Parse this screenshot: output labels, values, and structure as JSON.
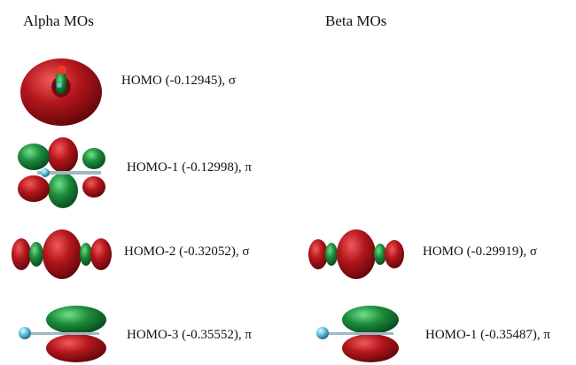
{
  "columns": {
    "alpha": "Alpha MOs",
    "beta": "Beta MOs"
  },
  "orbitals": {
    "alpha_homo": {
      "label": "HOMO (-0.12945),  σ"
    },
    "alpha_homo1": {
      "label": "HOMO-1 (-0.12998),  π"
    },
    "alpha_homo2": {
      "label": "HOMO-2 (-0.32052),  σ"
    },
    "alpha_homo3": {
      "label": "HOMO-3 (-0.35552),  π"
    },
    "beta_homo": {
      "label": "HOMO (-0.29919),  σ"
    },
    "beta_homo1": {
      "label": "HOMO-1 (-0.35487),  π"
    }
  },
  "colors": {
    "positive_lobe": "#b3161c",
    "negative_lobe": "#1c8c3c",
    "atom": "#5fc4df"
  }
}
